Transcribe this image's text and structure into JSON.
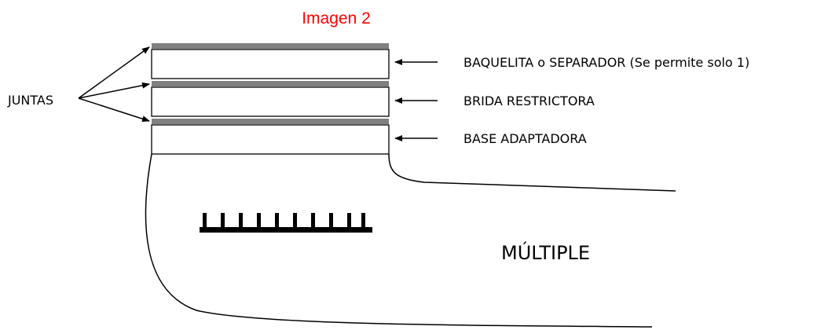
{
  "title": "Imagen 2",
  "labels": {
    "juntas": "JUNTAS",
    "baquelita": "BAQUELITA o SEPARADOR (Se permite solo 1)",
    "brida": "BRIDA RESTRICTORA",
    "base": "BASE ADAPTADORA",
    "multiple": "MÚLTIPLE"
  },
  "colors": {
    "title": "#ff0000",
    "gasket": "#808080"
  }
}
